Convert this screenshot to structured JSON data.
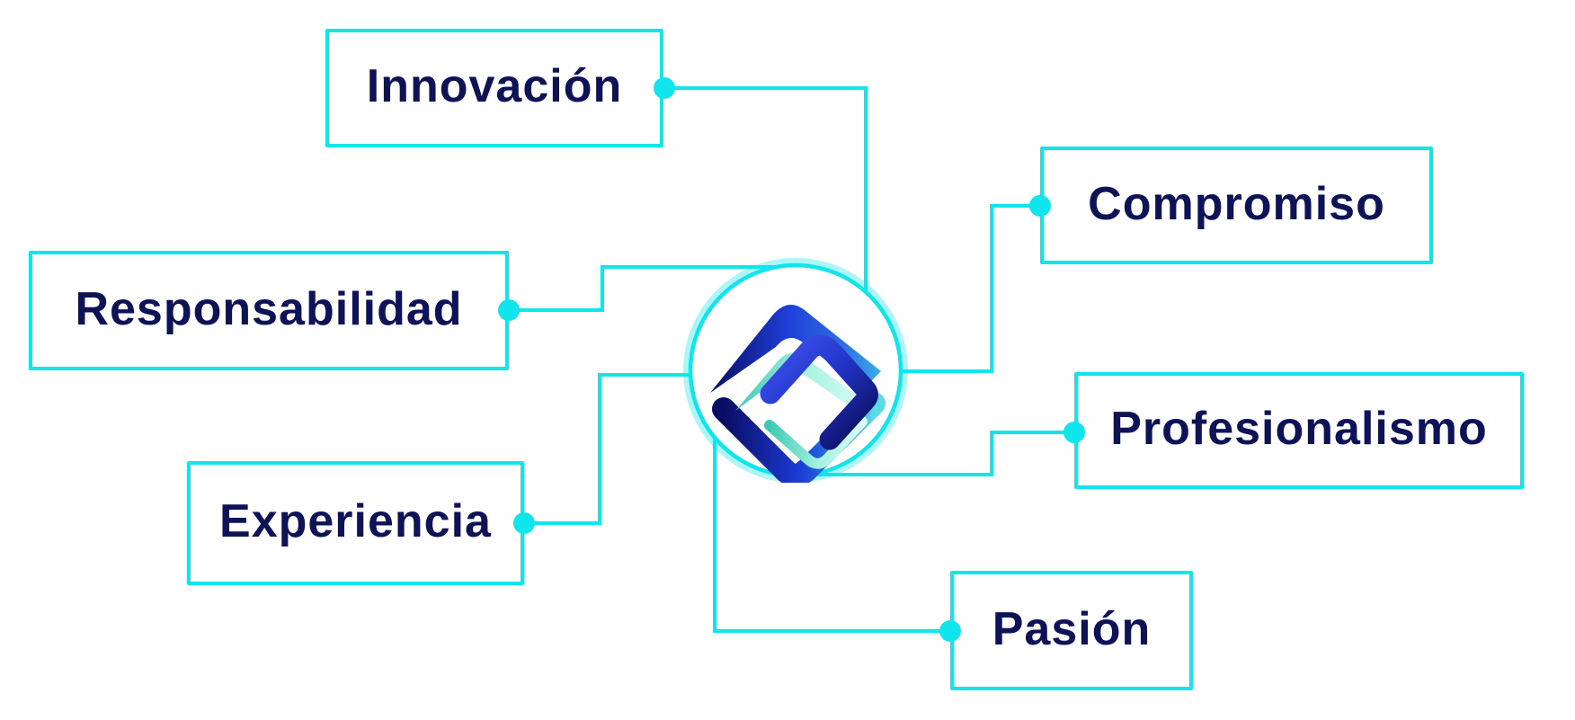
{
  "page": {
    "description": "Company core values mind-map diagram: six value boxes connected by cyan circuit-style lines to a central circular G logo",
    "background": "#FFFFFF"
  },
  "palette": {
    "accent_cyan": "#10E5EC",
    "text_navy": "#0E1257",
    "logo_navy": "#0A0D64",
    "logo_blue": "#1C3BD4",
    "logo_mint": "#A8F2E1",
    "logo_white": "#FFFFFF"
  },
  "diagram": {
    "accent_color": "#10E5EC",
    "text_color": "#0E1257",
    "center": {
      "logo": "Circular G emblem (blue / mint gradient mark inside white disc with cyan ring)"
    },
    "nodes": [
      {
        "id": "innovacion",
        "label": "Innovación",
        "position": "top-left"
      },
      {
        "id": "compromiso",
        "label": "Compromiso",
        "position": "top-right"
      },
      {
        "id": "responsabilidad",
        "label": "Responsabilidad",
        "position": "left"
      },
      {
        "id": "profesionalismo",
        "label": "Profesionalismo",
        "position": "right"
      },
      {
        "id": "experiencia",
        "label": "Experiencia",
        "position": "bottom-left"
      },
      {
        "id": "pasion",
        "label": "Pasión",
        "position": "bottom"
      }
    ]
  }
}
